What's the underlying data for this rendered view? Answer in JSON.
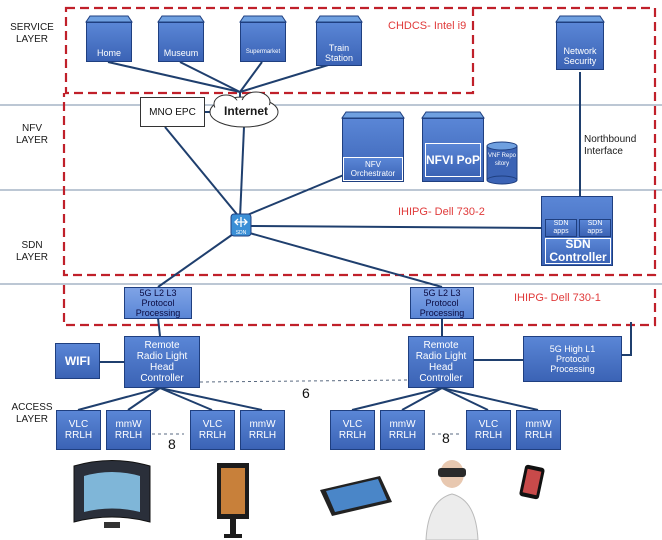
{
  "layers": {
    "service": "SERVICE LAYER",
    "nfv": "NFV LAYER",
    "sdn": "SDN LAYER",
    "access": "ACCESS LAYER"
  },
  "service_nodes": {
    "home": "Home",
    "museum": "Museum",
    "supermarket": "Supermarket",
    "train_station": "Train Station",
    "network_security": "Network Security"
  },
  "nfv_nodes": {
    "mno_epc": "MNO EPC",
    "internet": "Internet",
    "nfv_orchestrator": "NFV Orchestrator",
    "nfvi_pop": "NFVI PoP",
    "vnf_repository": "VNF Repo sitory",
    "northbound": "Northbound Interface"
  },
  "sdn_nodes": {
    "switch": "SDN",
    "sdn_apps_1": "SDN apps",
    "sdn_apps_2": "SDN apps",
    "sdn_controller": "SDN Controller"
  },
  "hosts": {
    "chdcs": "CHDCS- Intel i9",
    "ihipg2": "IHIPG- Dell 730-2",
    "ihipg1": "IHIPG- Dell 730-1"
  },
  "access_nodes": {
    "protocol_left": "5G L2 L3 Protocol Processing",
    "protocol_right": "5G L2 L3 Protocol Processing",
    "wifi": "WIFI",
    "rrlh_ctrl_left": "Remote Radio Light Head Controller",
    "rrlh_ctrl_right": "Remote Radio Light Head Controller",
    "high_l1": "5G High L1 Protocol Processing",
    "vlc_rrlh": "VLC RRLH",
    "mmw_rrlh": "mmW RRLH",
    "count_6": "6",
    "count_8a": "8",
    "count_8b": "8"
  },
  "colors": {
    "box": "#3b63b5",
    "line": "#1f3f6e",
    "dashed_border": "#c0202a",
    "host_label": "#e03a3a"
  }
}
